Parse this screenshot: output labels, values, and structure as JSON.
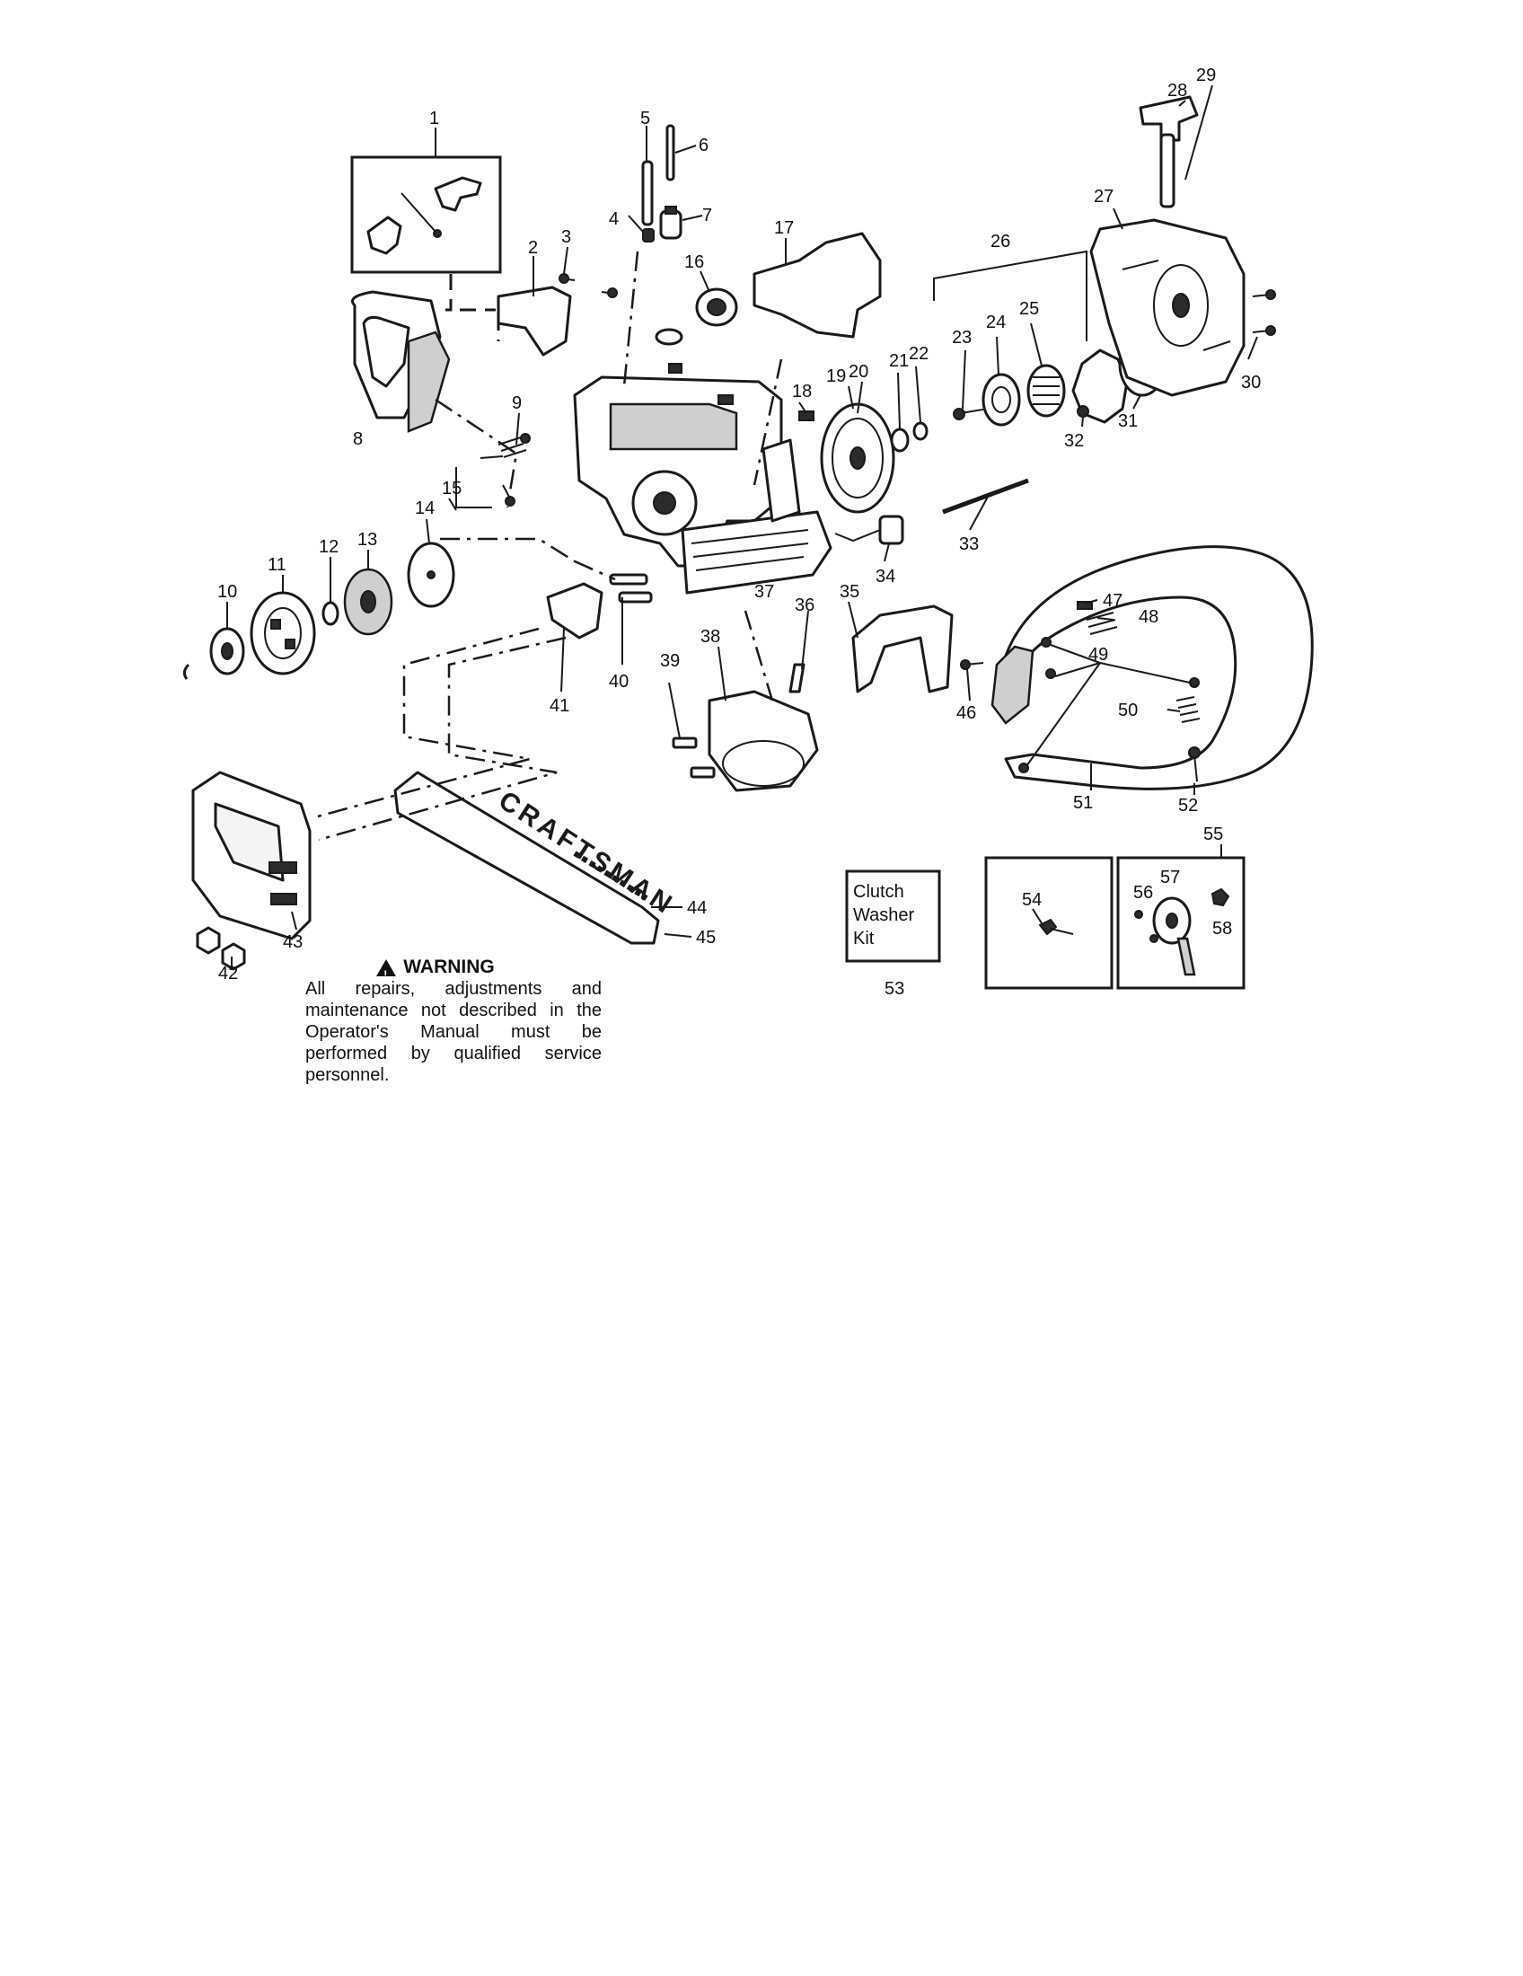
{
  "callouts": [
    "1",
    "2",
    "3",
    "4",
    "5",
    "6",
    "7",
    "8",
    "9",
    "10",
    "11",
    "12",
    "13",
    "14",
    "15",
    "16",
    "17",
    "18",
    "19",
    "20",
    "21",
    "22",
    "23",
    "24",
    "25",
    "26",
    "27",
    "28",
    "29",
    "30",
    "31",
    "32",
    "33",
    "34",
    "35",
    "36",
    "37",
    "38",
    "39",
    "40",
    "41",
    "42",
    "43",
    "44",
    "45",
    "46",
    "47",
    "48",
    "49",
    "50",
    "51",
    "52",
    "53",
    "54",
    "55",
    "56",
    "57",
    "58"
  ],
  "bar_brand": "CRAFTSMAN",
  "kit_label": [
    "Clutch",
    "Washer",
    "Kit"
  ],
  "warning": {
    "title": "WARNING",
    "body": "All repairs, adjustments and maintenance not described in the Operator's Manual must be performed by qualified service personnel."
  }
}
